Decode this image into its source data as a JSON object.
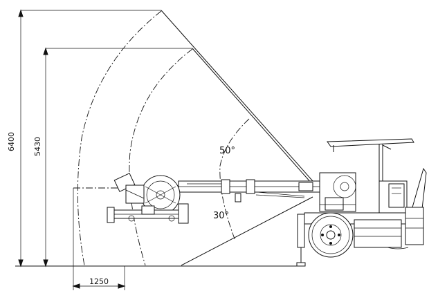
{
  "dimensions": {
    "height_outer": "6400",
    "height_inner": "5430",
    "width_bottom": "1250"
  },
  "angles": {
    "upper": "50°",
    "lower": "30°"
  }
}
